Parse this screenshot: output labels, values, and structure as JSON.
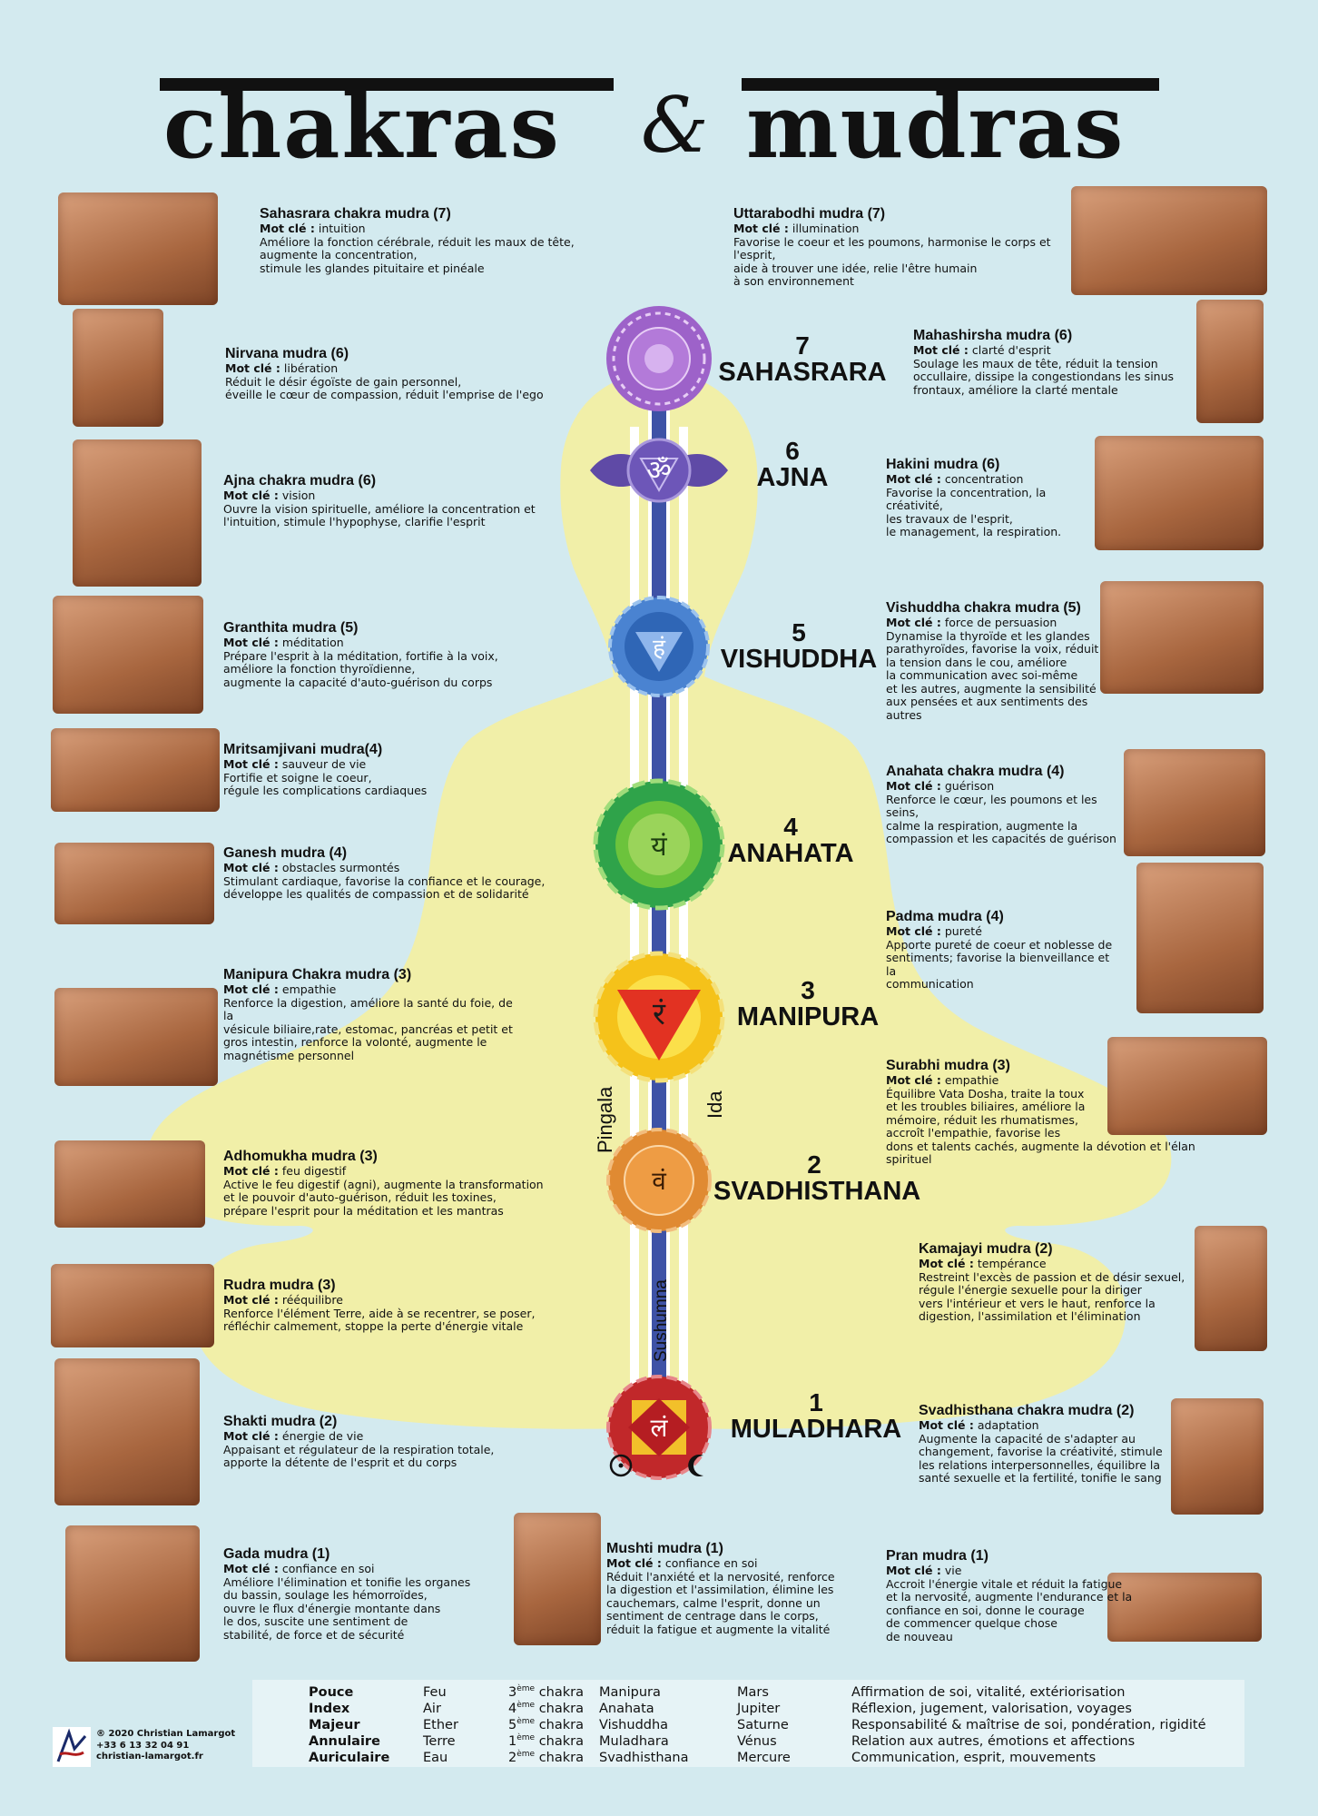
{
  "title": {
    "left": "chakras",
    "amp": "&",
    "right": "mudras"
  },
  "colors": {
    "background": "#d3eaef",
    "silhouette": "#f1efa8",
    "channel": "#3e52a6"
  },
  "channels": {
    "pingala": "Pingala",
    "ida": "Ida",
    "sushumna": "Sushumna"
  },
  "chakras": [
    {
      "num": "7",
      "name": "SAHASRARA",
      "icon": "sahasrara-lotus-icon"
    },
    {
      "num": "6",
      "name": "AJNA",
      "icon": "ajna-om-icon",
      "glyph": "ॐ"
    },
    {
      "num": "5",
      "name": "VISHUDDHA",
      "icon": "vishuddha-lotus-icon",
      "glyph": "हं"
    },
    {
      "num": "4",
      "name": "ANAHATA",
      "icon": "anahata-lotus-icon",
      "glyph": "यं"
    },
    {
      "num": "3",
      "name": "MANIPURA",
      "icon": "manipura-lotus-icon",
      "glyph": "रं"
    },
    {
      "num": "2",
      "name": "SVADHISTHANA",
      "icon": "svadhisthana-lotus-icon",
      "glyph": "वं"
    },
    {
      "num": "1",
      "name": "MULADHARA",
      "icon": "muladhara-lotus-icon",
      "glyph": "लं"
    }
  ],
  "mudras": {
    "sahasrara": {
      "name": "Sahasrara chakra mudra (7)",
      "kw_label": "Mot clé :",
      "kw": "intuition",
      "desc": "Améliore la fonction cérébrale, réduit les maux de tête,\naugmente la concentration,\nstimule les glandes pituitaire et pinéale"
    },
    "uttarabodhi": {
      "name": "Uttarabodhi mudra (7)",
      "kw_label": "Mot clé :",
      "kw": "illumination",
      "desc": "Favorise le coeur et les poumons, harmonise le corps et l'esprit,\naide à trouver une idée, relie l'être humain\nà son environnement"
    },
    "nirvana": {
      "name": "Nirvana mudra (6)",
      "kw_label": "Mot clé :",
      "kw": "libération",
      "desc": "Réduit le désir égoïste de gain personnel,\néveille le cœur de compassion, réduit l'emprise de l'ego"
    },
    "mahashirsha": {
      "name": "Mahashirsha mudra (6)",
      "kw_label": "Mot clé :",
      "kw": "clarté d'esprit",
      "desc": "Soulage les maux de tête, réduit la tension\noccullaire, dissipe la congestiondans les sinus\nfrontaux, améliore la clarté mentale"
    },
    "ajna": {
      "name": "Ajna chakra mudra (6)",
      "kw_label": "Mot clé :",
      "kw": "vision",
      "desc": "Ouvre la vision spirituelle, améliore la concentration et\nl'intuition, stimule l'hypophyse, clarifie l'esprit"
    },
    "hakini": {
      "name": "Hakini mudra (6)",
      "kw_label": "Mot clé :",
      "kw": "concentration",
      "desc": "Favorise la concentration, la créativité,\nles travaux de l'esprit,\nle management, la respiration."
    },
    "granthita": {
      "name": "Granthita mudra (5)",
      "kw_label": "Mot clé :",
      "kw": "méditation",
      "desc": "Prépare l'esprit à la méditation, fortifie à la voix,\naméliore la fonction thyroïdienne,\naugmente la capacité d'auto-guérison du corps"
    },
    "vishuddha": {
      "name": "Vishuddha chakra mudra (5)",
      "kw_label": "Mot clé :",
      "kw": "force de persuasion",
      "desc": "Dynamise la thyroïde et les glandes\nparathyroïdes, favorise la voix, réduit\nla tension dans le cou, améliore\nla communication avec soi-même\net les autres, augmente la sensibilité\naux pensées et aux sentiments des autres"
    },
    "mritsamjivani": {
      "name": "Mritsamjivani mudra(4)",
      "kw_label": "Mot clé :",
      "kw": "sauveur de vie",
      "desc": "Fortifie et soigne le coeur,\nrégule les complications cardiaques"
    },
    "anahata": {
      "name": "Anahata chakra mudra (4)",
      "kw_label": "Mot clé :",
      "kw": "guérison",
      "desc": "Renforce le cœur, les poumons et les seins,\ncalme la respiration, augmente la\ncompassion et les capacités de guérison"
    },
    "ganesh": {
      "name": "Ganesh mudra (4)",
      "kw_label": "Mot clé :",
      "kw": "obstacles surmontés",
      "desc": "Stimulant cardiaque, favorise la confiance et le courage,\ndéveloppe les qualités de compassion et de solidarité"
    },
    "padma": {
      "name": "Padma mudra (4)",
      "kw_label": "Mot clé :",
      "kw": "pureté",
      "desc": "Apporte pureté de coeur et noblesse de\nsentiments; favorise la bienveillance et la\ncommunication"
    },
    "manipura": {
      "name": "Manipura Chakra mudra (3)",
      "kw_label": "Mot clé :",
      "kw": "empathie",
      "desc": "Renforce la digestion, améliore la santé du foie, de la\nvésicule biliaire,rate, estomac, pancréas et petit et\ngros intestin, renforce la volonté, augmente le\nmagnétisme personnel"
    },
    "surabhi": {
      "name": "Surabhi mudra (3)",
      "kw_label": "Mot clé :",
      "kw": "empathie",
      "desc": "Équilibre Vata Dosha, traite la toux\net les troubles biliaires, améliore la\nmémoire, réduit les rhumatismes,\naccroît l'empathie, favorise les\ndons et talents cachés, augmente la dévotion et l'élan spirituel"
    },
    "adhomukha": {
      "name": "Adhomukha mudra (3)",
      "kw_label": "Mot clé :",
      "kw": "feu digestif",
      "desc": "Active le feu digestif (agni), augmente la transformation\net le pouvoir d'auto-guérison, réduit les toxines,\nprépare l'esprit pour la méditation et les mantras"
    },
    "kamajayi": {
      "name": "Kamajayi mudra (2)",
      "kw_label": "Mot clé :",
      "kw": "tempérance",
      "desc": "Restreint l'excès de passion et de désir sexuel,\nrégule l'énergie sexuelle pour la diriger\nvers l'intérieur et vers le haut, renforce la\ndigestion, l'assimilation et l'élimination"
    },
    "rudra": {
      "name": "Rudra mudra (3)",
      "kw_label": "Mot clé :",
      "kw": "rééquilibre",
      "desc": "Renforce l'élément Terre, aide à se recentrer, se poser,\nréfléchir calmement, stoppe la perte d'énergie vitale"
    },
    "shakti": {
      "name": "Shakti mudra (2)",
      "kw_label": "Mot clé :",
      "kw": "énergie de vie",
      "desc": "Appaisant et régulateur de la respiration totale,\napporte la détente de l'esprit et du corps"
    },
    "svadhisthana": {
      "name": "Svadhisthana chakra mudra (2)",
      "kw_label": "Mot clé :",
      "kw": "adaptation",
      "desc": "Augmente la capacité de s'adapter au\nchangement, favorise la créativité, stimule\nles relations interpersonnelles, équilibre la\nsanté sexuelle et la fertilité, tonifie le sang"
    },
    "gada": {
      "name": "Gada mudra (1)",
      "kw_label": "Mot clé :",
      "kw": "confiance en soi",
      "desc": "Améliore l'élimination et tonifie les organes\ndu bassin, soulage les hémorroïdes,\nouvre le flux d'énergie montante dans\nle dos, suscite une sentiment de\nstabilité, de force et de sécurité"
    },
    "mushti": {
      "name": "Mushti mudra (1)",
      "kw_label": "Mot clé :",
      "kw": "confiance en soi",
      "desc": "Réduit l'anxiété et la nervosité, renforce\nla digestion et l'assimilation, élimine les\ncauchemars, calme l'esprit, donne un\nsentiment de centrage dans le corps,\nréduit la fatigue et augmente la vitalité"
    },
    "pran": {
      "name": "Pran mudra (1)",
      "kw_label": "Mot clé :",
      "kw": "vie",
      "desc": "Accroit l'énergie vitale et réduit la fatigue\net la nervosité, augmente l'endurance et la\nconfiance en soi, donne le courage\nde commencer quelque chose\nde nouveau"
    }
  },
  "table": [
    {
      "finger": "Pouce",
      "element": "Feu",
      "num": "3",
      "sup": "ème",
      "word": "chakra",
      "chakra": "Manipura",
      "planet": "Mars",
      "meaning": "Affirmation de soi, vitalité, extériorisation"
    },
    {
      "finger": "Index",
      "element": "Air",
      "num": "4",
      "sup": "ème",
      "word": "chakra",
      "chakra": "Anahata",
      "planet": "Jupiter",
      "meaning": "Réflexion, jugement, valorisation, voyages"
    },
    {
      "finger": "Majeur",
      "element": "Ether",
      "num": "5",
      "sup": "ème",
      "word": "chakra",
      "chakra": "Vishuddha",
      "planet": "Saturne",
      "meaning": "Responsabilité & maîtrise de soi, pondération, rigidité"
    },
    {
      "finger": "Annulaire",
      "element": "Terre",
      "num": "1",
      "sup": "ème",
      "word": "chakra",
      "chakra": "Muladhara",
      "planet": "Vénus",
      "meaning": "Relation aux autres, émotions et affections"
    },
    {
      "finger": "Auriculaire",
      "element": "Eau",
      "num": "2",
      "sup": "ème",
      "word": "chakra",
      "chakra": "Svadhisthana",
      "planet": "Mercure",
      "meaning": "Communication, esprit, mouvements"
    }
  ],
  "footer": {
    "line1": "® 2020 Christian Lamargot",
    "line2": "+33 6 13 32 04 91",
    "line3": "christian-lamargot.fr"
  }
}
